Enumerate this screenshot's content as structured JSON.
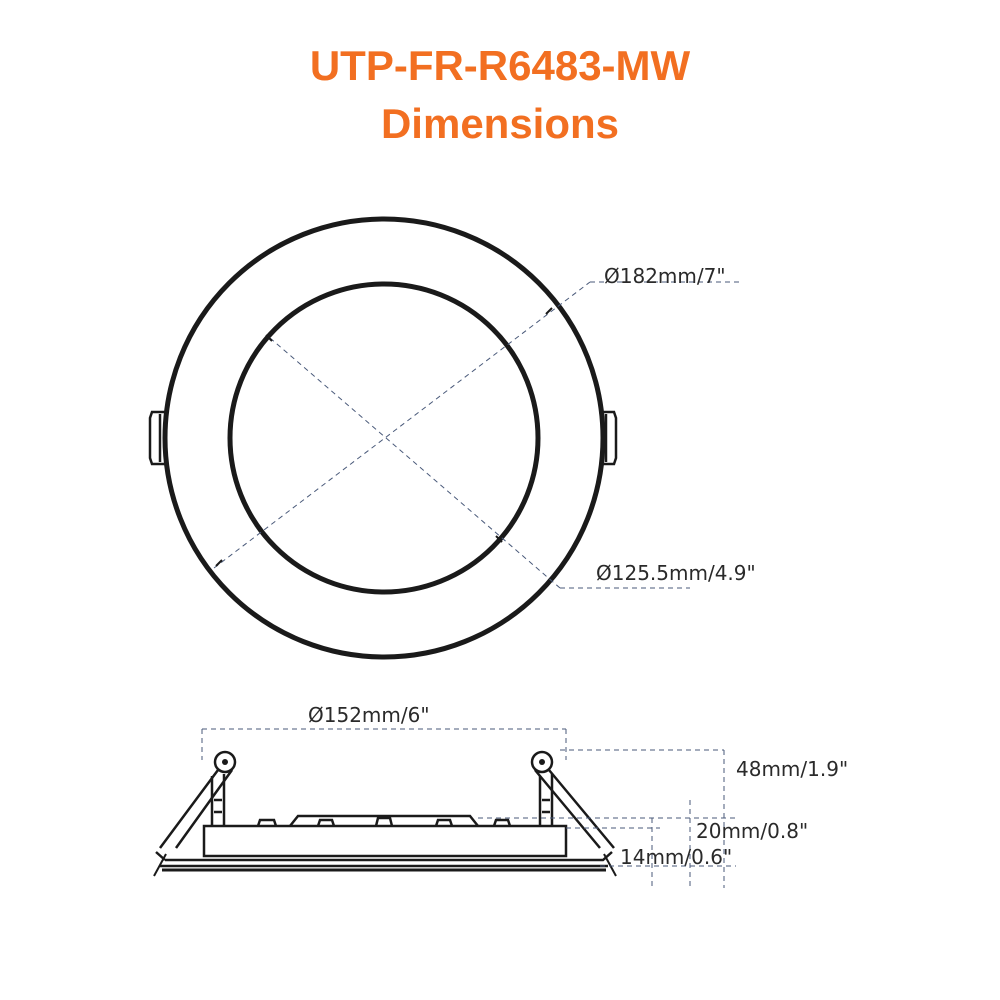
{
  "title": {
    "line1": "UTP-FR-R6483-MW",
    "line2": "Dimensions",
    "color": "#f26f21"
  },
  "top_view": {
    "outer_diameter_label": "Ø182mm/7\"",
    "inner_diameter_label": "Ø125.5mm/4.9\""
  },
  "side_view": {
    "cutout_diameter_label": "Ø152mm/6\"",
    "total_height_label": "48mm/1.9\"",
    "height_20_label": "20mm/0.8\"",
    "height_14_label": "14mm/0.6\""
  }
}
